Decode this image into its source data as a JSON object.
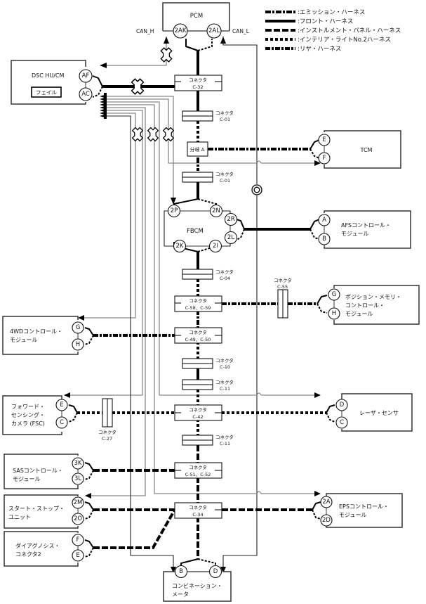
{
  "legend": [
    {
      "style": "emission",
      "label": ":エミッション・ハーネス"
    },
    {
      "style": "front",
      "label": ":フロント・ハーネス"
    },
    {
      "style": "instrument",
      "label": ":インストルメント・パネル・ハーネス"
    },
    {
      "style": "interior",
      "label": ":インテリア・ライトNo.2ハーネス"
    },
    {
      "style": "rear",
      "label": ":リヤ・ハーネス"
    }
  ],
  "modules": {
    "pcm": {
      "name": "PCM",
      "can_h": "CAN_H",
      "can_l": "CAN_L",
      "pins": [
        "2AK",
        "2AL"
      ]
    },
    "dsc": {
      "name": "DSC HU/CM",
      "fail": "フェイル",
      "pins": [
        "AF",
        "AC"
      ]
    },
    "tcm": {
      "name": "TCM",
      "pins": [
        "E",
        "F"
      ]
    },
    "fbcm": {
      "name": "FBCM",
      "pins": [
        "2P",
        "2N",
        "2R",
        "2L",
        "2K",
        "2I"
      ]
    },
    "afs": {
      "name_l1": "AFSコントロール・",
      "name_l2": "モジュール",
      "pins": [
        "A",
        "B"
      ]
    },
    "posmem": {
      "name_l1": "ポジション・メモリ・",
      "name_l2": "コントロール・",
      "name_l3": "モジュール",
      "pins": [
        "G",
        "H"
      ]
    },
    "awd": {
      "name_l1": "4WDコントロール・",
      "name_l2": "モジュール",
      "pins": [
        "G",
        "H"
      ]
    },
    "fsc": {
      "name_l1": "フォワード・",
      "name_l2": "センシング・",
      "name_l3": "カメラ (FSC)",
      "pins": [
        "E",
        "C"
      ]
    },
    "laser": {
      "name": "レーザ・センサ",
      "pins": [
        "D",
        "C"
      ]
    },
    "sas": {
      "name_l1": "SASコントロール・",
      "name_l2": "モジュール",
      "pins": [
        "3K",
        "3L"
      ]
    },
    "startstop": {
      "name_l1": "スタート・ストップ・",
      "name_l2": "ユニット",
      "pins": [
        "2M",
        "2O"
      ]
    },
    "eps": {
      "name_l1": "EPSコントロール・",
      "name_l2": "モジュール",
      "pins": [
        "2A",
        "2D"
      ]
    },
    "diag": {
      "name_l1": "ダイアグノシス・",
      "name_l2": "コネクタ2",
      "pins": [
        "F",
        "E"
      ]
    },
    "combi": {
      "name_l1": "コンビネーション・",
      "name_l2": "メータ",
      "pins": [
        "B",
        "D"
      ]
    }
  },
  "connectors": {
    "title": "コネクタ",
    "c32": "C-32",
    "c01a": "C-01",
    "c01b": "C-01",
    "branch_a": "分岐 A",
    "c04": "C-04",
    "c5859": "C-58、C-59",
    "c55": "C-55",
    "c4950": "C-49、C-50",
    "c10": "C-10",
    "c11a": "C-11",
    "c42": "C-42",
    "c27": "C-27",
    "c11b": "C-11",
    "c5152": "C-51、C-52",
    "c34": "C-34"
  }
}
